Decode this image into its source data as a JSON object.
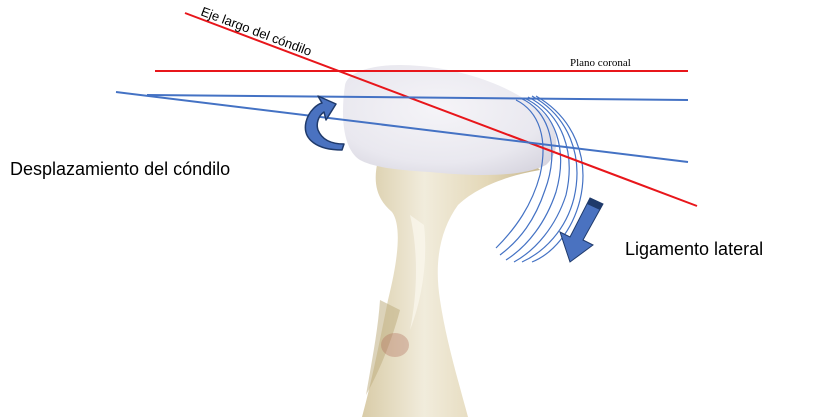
{
  "labels": {
    "long_axis": "Eje largo del cóndilo",
    "coronal_plane": "Plano coronal",
    "condyle_displacement": "Desplazamiento del cóndilo",
    "lateral_ligament": "Ligamento lateral"
  },
  "colors": {
    "red_line": "#e8161b",
    "blue_line": "#4472c4",
    "arrow_fill": "#4a72c0",
    "arrow_dark": "#1f3a6b",
    "bone_light": "#f3efe0",
    "bone_mid": "#e6dcc0",
    "bone_shadow": "#c9b98f",
    "condyle_head": "#ecebf1"
  }
}
